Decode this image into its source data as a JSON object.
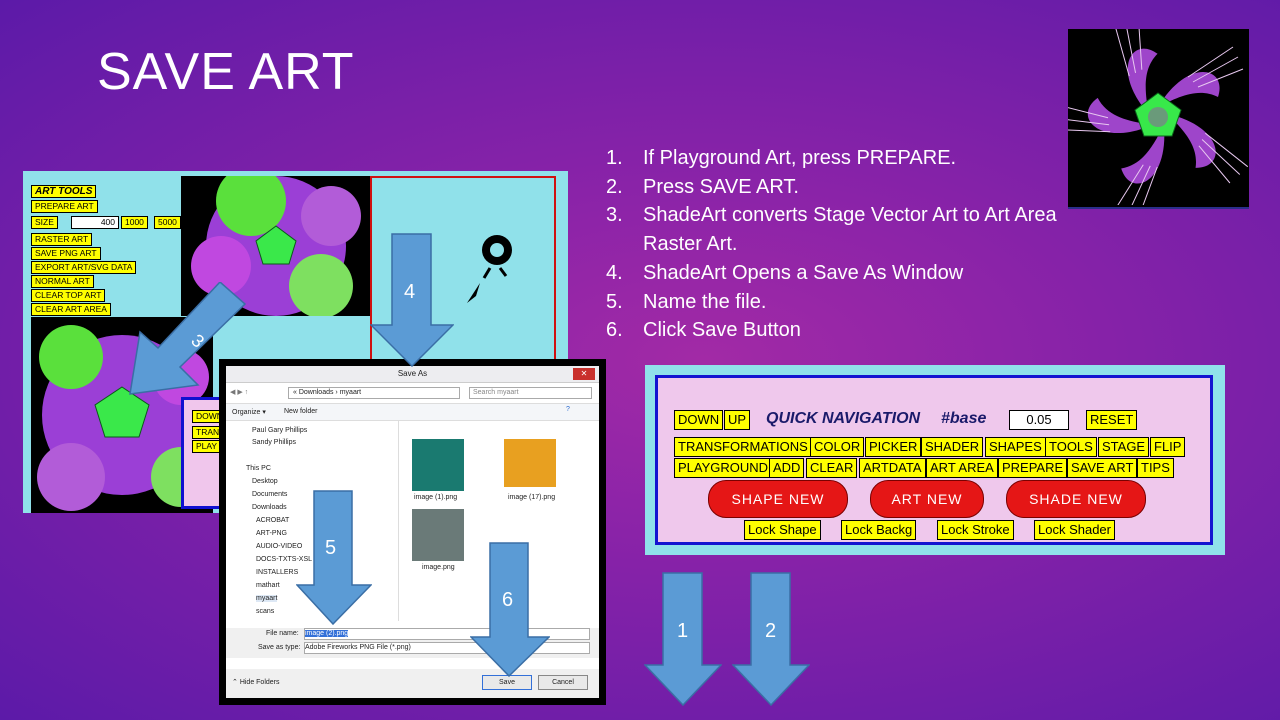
{
  "slide_title": "SAVE ART",
  "steps": [
    {
      "num": "1.",
      "text": " If Playground Art, press PREPARE."
    },
    {
      "num": "2.",
      "text": "Press SAVE ART."
    },
    {
      "num": "3.",
      "text": "ShadeArt converts Stage Vector Art to Art Area Raster Art."
    },
    {
      "num": "4.",
      "text": "ShadeArt Opens a Save As Window"
    },
    {
      "num": "5.",
      "text": "Name the file."
    },
    {
      "num": "6.",
      "text": "Click Save Button"
    }
  ],
  "art_tools": {
    "heading": "ART TOOLS",
    "prepare": "PREPARE ART",
    "size_label": "SIZE",
    "size_value": "400",
    "size_1000": "1000",
    "size_5000": "5000",
    "raster": "RASTER ART",
    "save_png": "SAVE PNG ART",
    "export": "EXPORT ART/SVG DATA",
    "normal": "NORMAL ART",
    "clear_top": "CLEAR TOP ART",
    "clear_area": "CLEAR ART AREA",
    "partial_1": "DOWN",
    "partial_2": "TRAN",
    "partial_3": "PLAY"
  },
  "arrow_labels": {
    "a1": "1",
    "a2": "2",
    "a3": "3",
    "a4": "4",
    "a5": "5",
    "a6": "6"
  },
  "dialog": {
    "title": "Save As",
    "close": "✕",
    "path_1": "Downloads",
    "path_2": "myaart",
    "search_placeholder": "Search myaart",
    "organize": "Organize ▾",
    "new_folder": "New folder",
    "nav_items": [
      "Paul Gary Phillips",
      "Sandy Phillips",
      "This PC",
      "Desktop",
      "Documents",
      "Downloads",
      "ACROBAT",
      "ART-PNG",
      "AUDIO-VIDEO",
      "DOCS-TXTS-XSL",
      "INSTALLERS",
      "mathart",
      "myaart",
      "scans"
    ],
    "files": [
      "image (1).png",
      "image (17).png",
      "image.png"
    ],
    "file_name_label": "File name:",
    "file_name_value": "image (2).png",
    "save_type_label": "Save as type:",
    "save_type_value": "Adobe Fireworks PNG File (*.png)",
    "hide_folders": "Hide Folders",
    "save": "Save",
    "cancel": "Cancel"
  },
  "quick_nav": {
    "down": "DOWN",
    "up": "UP",
    "title": "QUICK NAVIGATION",
    "base": "#base",
    "value": "0.05",
    "reset": "RESET",
    "row1": [
      "TRANSFORMATIONS",
      "COLOR",
      "PICKER",
      "SHADER",
      "SHAPES",
      "TOOLS",
      "STAGE",
      "FLIP"
    ],
    "row2": [
      "PLAYGROUND",
      "ADD",
      "CLEAR",
      "ARTDATA",
      "ART AREA",
      "PREPARE",
      "SAVE ART",
      "TIPS"
    ],
    "shape_new": "SHAPE NEW",
    "art_new": "ART NEW",
    "shade_new": "SHADE NEW",
    "locks": [
      "Lock Shape",
      "Lock Backg",
      "Lock Stroke",
      "Lock Shader"
    ]
  },
  "colors": {
    "background": "#8a23a8",
    "yellow_button": "#ffff00",
    "red_button": "#e51616",
    "arrow": "#5b9bd5",
    "panel": "#90e1ea"
  }
}
